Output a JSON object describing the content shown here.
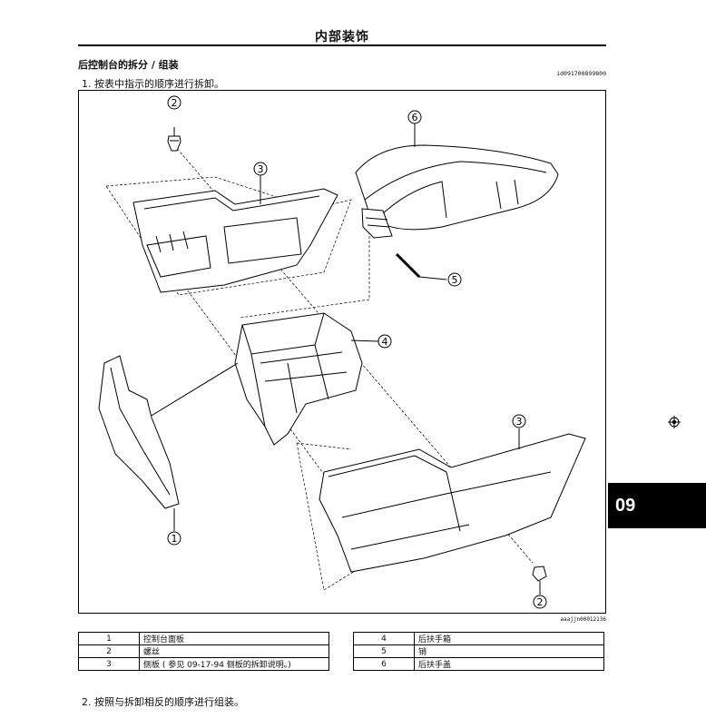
{
  "header": {
    "title": "内部装饰"
  },
  "section": {
    "title": "后控制台的拆分 / 组装",
    "doc_id": "id091700899800"
  },
  "steps": {
    "step1": "1.  按表中指示的顺序进行拆卸。",
    "step2": "2.  按照与拆卸相反的顺序进行组装。"
  },
  "figure": {
    "id": "aaajjn00012136",
    "callouts": [
      "1",
      "2",
      "2",
      "3",
      "3",
      "4",
      "5",
      "6"
    ]
  },
  "parts_table": {
    "left": [
      {
        "num": "1",
        "name": "控制台面板"
      },
      {
        "num": "2",
        "name": "螺丝"
      },
      {
        "num": "3",
        "name": "侧板 ( 参见 09-17-94 侧板的拆卸说明。)"
      }
    ],
    "right": [
      {
        "num": "4",
        "name": "后扶手箱"
      },
      {
        "num": "5",
        "name": "销"
      },
      {
        "num": "6",
        "name": "后扶手盖"
      }
    ]
  },
  "chapter_tab": {
    "label": "09"
  },
  "colors": {
    "line": "#000000",
    "tab_bg": "#000000",
    "tab_text": "#ffffff"
  }
}
